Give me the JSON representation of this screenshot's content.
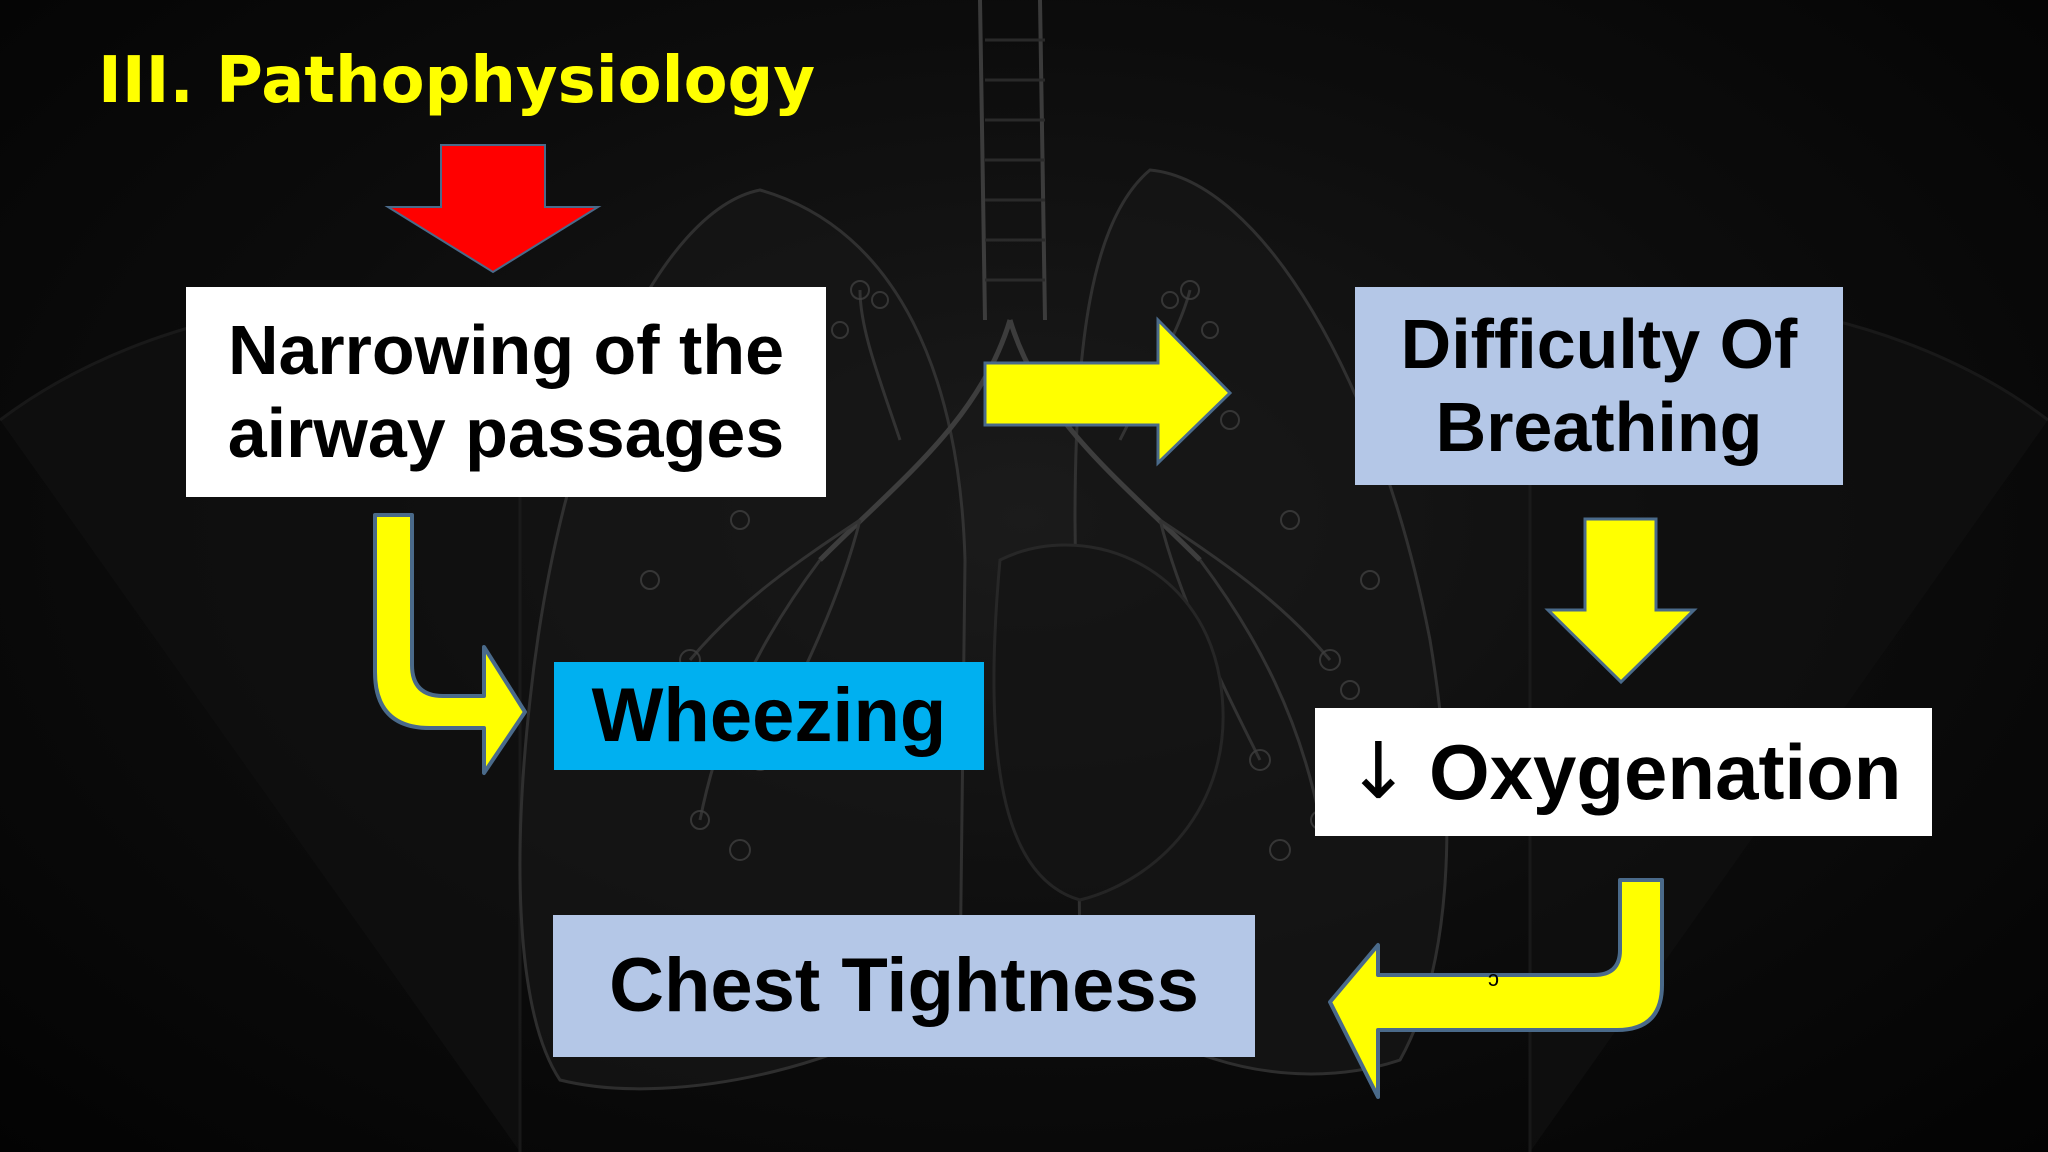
{
  "slide": {
    "title": "III. Pathophysiology",
    "nodes": {
      "narrowing": {
        "line1": "Narrowing of the",
        "line2": "airway passages"
      },
      "difficulty": {
        "line1": "Difficulty Of",
        "line2": "Breathing"
      },
      "wheezing": {
        "text": "Wheezing"
      },
      "oxygenation": {
        "arrow": "↓",
        "text": "Oxygenation"
      },
      "chest": {
        "text": "Chest Tightness"
      }
    },
    "stray_mark": "ɔ"
  },
  "colors": {
    "title": "#ffff00",
    "red_arrow": "#ff0000",
    "yellow_arrow": "#ffff00",
    "arrow_outline": "#4a6a8a",
    "box_white": "#ffffff",
    "box_light_blue": "#b4c7e7",
    "box_cyan": "#00b0f0"
  },
  "edges": [
    {
      "from": "title",
      "to": "narrowing"
    },
    {
      "from": "narrowing",
      "to": "difficulty"
    },
    {
      "from": "narrowing",
      "to": "wheezing"
    },
    {
      "from": "difficulty",
      "to": "oxygenation"
    },
    {
      "from": "oxygenation",
      "to": "chest"
    }
  ]
}
